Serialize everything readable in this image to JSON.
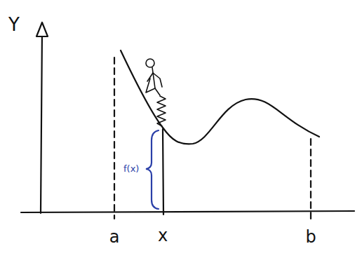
{
  "diagram": {
    "labels": [
      "Y",
      "f(x)",
      "a",
      "x",
      "b"
    ]
  }
}
